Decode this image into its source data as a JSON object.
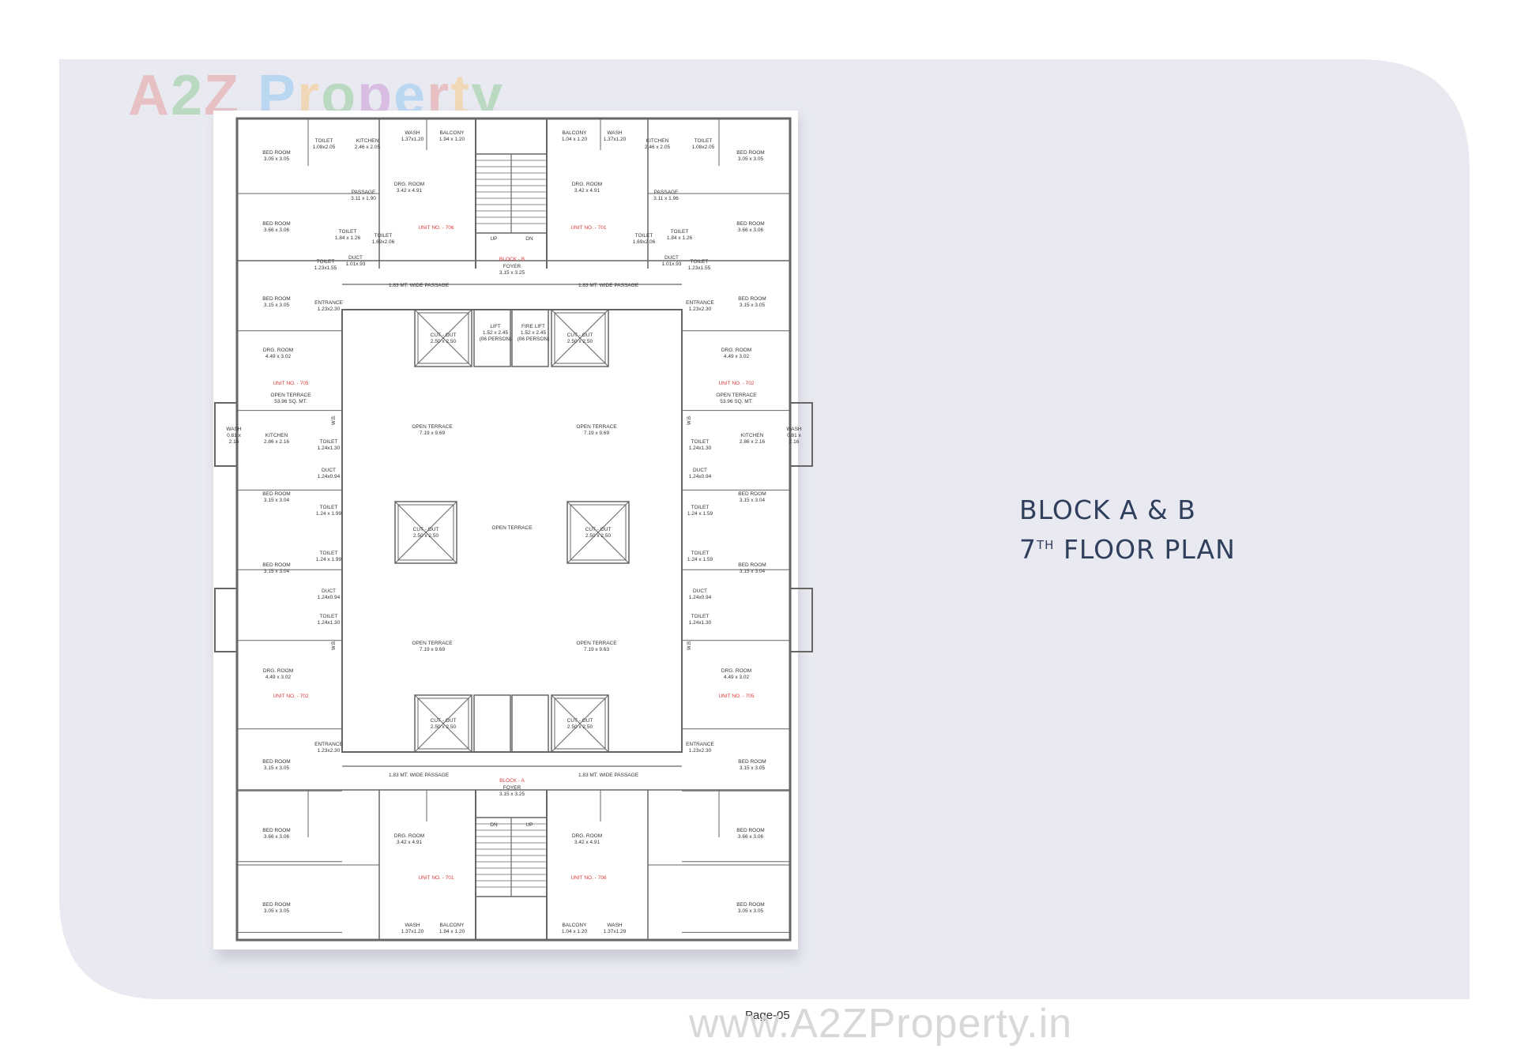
{
  "title": {
    "line1": "BLOCK A & B",
    "line2_num": "7",
    "line2_sup": "TH",
    "line2_rest": " FLOOR PLAN"
  },
  "page_label": "Page-05",
  "watermark": {
    "logo": "A2Z Property",
    "url": "www.A2ZProperty.in"
  },
  "colors": {
    "panel": "#e9eaf1",
    "accent_red": "#d83a3a",
    "title": "#2f3f5c"
  },
  "plan": {
    "room_labels": [
      [
        "BED ROOM",
        "3.05 x 3.05"
      ],
      [
        "TOILET",
        "1.08x2.05"
      ],
      [
        "KITCHEN",
        "2.46 x 2.05"
      ],
      [
        "WASH",
        "1.37x1.20"
      ],
      [
        "BALCONY",
        "1.94 x 1.20"
      ],
      [
        "BALCONY",
        "1.04 x 1.20"
      ],
      [
        "WASH",
        "1.37x1.20"
      ],
      [
        "KITCHEN",
        "2.46 x 2.05"
      ],
      [
        "TOILET",
        "1.08x2.05"
      ],
      [
        "BED ROOM",
        "3.05 x 3.05"
      ],
      [
        "PASSAGE",
        "3.11 x 1.90"
      ],
      [
        "DRG. ROOM",
        "3.42 x 4.91"
      ],
      [
        "DRG. ROOM",
        "3.42 x 4.91"
      ],
      [
        "PASSAGE",
        "3.11 x 1.96"
      ],
      [
        "BED ROOM",
        "3.66 x 3.06"
      ],
      [
        "TOILET",
        "1.84 x 1.26"
      ],
      [
        "TOILET",
        "1.69x2.06"
      ],
      [
        "TOILET",
        "1.69x2.06"
      ],
      [
        "TOILET",
        "1.84 x 1.26"
      ],
      [
        "BED ROOM",
        "3.66 x 3.06"
      ],
      [
        "TOILET",
        "1.23x1.55"
      ],
      [
        "DUCT",
        "1.01x.93"
      ],
      [
        "DUCT",
        "1.01x.93"
      ],
      [
        "TOILET",
        "1.23x1.55"
      ],
      [
        "BED ROOM",
        "3.15 x 3.05"
      ],
      [
        "ENTRANCE",
        "1.23x2.30"
      ],
      [
        "ENTRANCE",
        "1.23x2.30"
      ],
      [
        "BED ROOM",
        "3.15 x 3.05"
      ],
      [
        "LIFT",
        "1.52 x 2.45",
        "(06 PERSON)"
      ],
      [
        "FIRE LIFT",
        "1.52 x 2.45",
        "(06 PERSON)"
      ],
      [
        "DRG. ROOM",
        "4.49 x 3.02"
      ],
      [
        "DRG. ROOM",
        "4.49 x 3.02"
      ],
      [
        "OPEN TERRACE",
        "53.96 SQ. MT."
      ],
      [
        "OPEN TERRACE",
        "53.96 SQ. MT."
      ],
      [
        "WASH",
        "0.81 x",
        "2.16"
      ],
      [
        "KITCHEN",
        "2.86 x 2.16"
      ],
      [
        "KITCHEN",
        "2.86 x 2.16"
      ],
      [
        "WASH",
        "0.81 x",
        "2.16"
      ],
      [
        "OPEN TERRACE",
        "7.19 x 9.69"
      ],
      [
        "OPEN TERRACE",
        "7.19 x 9.69"
      ],
      [
        "TOILET",
        "1.24x1.30"
      ],
      [
        "TOILET",
        "1.24x1.30"
      ],
      [
        "DUCT",
        "1.24x0.94"
      ],
      [
        "DUCT",
        "1.24x0.94"
      ],
      [
        "BED ROOM",
        "3.15 x 3.04"
      ],
      [
        "TOILET",
        "1.24 x 1.99"
      ],
      [
        "TOILET",
        "1.24 x 1.59"
      ],
      [
        "BED ROOM",
        "3.15 x 3.04"
      ],
      [
        "OPEN TERRACE"
      ],
      [
        "CUT - OUT",
        "2.50 x 2.50"
      ],
      [
        "BED ROOM",
        "3.15 x 3.04"
      ],
      [
        "TOILET",
        "1.24 x 1.99"
      ],
      [
        "TOILET",
        "1.24 x 1.59"
      ],
      [
        "BED ROOM",
        "3.15 x 3.04"
      ],
      [
        "DUCT",
        "1.24x0.94"
      ],
      [
        "DUCT",
        "1.24x0.94"
      ],
      [
        "TOILET",
        "1.24x1.30"
      ],
      [
        "TOILET",
        "1.24x1.30"
      ],
      [
        "OPEN TERRACE",
        "7.19 x 9.69"
      ],
      [
        "OPEN TERRACE",
        "7.19 x 9.63"
      ],
      [
        "DRG. ROOM",
        "4.49 x 3.02"
      ],
      [
        "DRG. ROOM",
        "4.49 x 3.02"
      ],
      [
        "ENTRANCE",
        "1.23x2.30"
      ],
      [
        "ENTRANCE",
        "1.23x2.30"
      ],
      [
        "BED ROOM",
        "3.15 x 3.05"
      ],
      [
        "BED ROOM",
        "3.15 x 3.05"
      ],
      [
        "BED ROOM",
        "3.66 x 3.06"
      ],
      [
        "BED ROOM",
        "3.66 x 3.06"
      ],
      [
        "DRG. ROOM",
        "3.42 x 4.91"
      ],
      [
        "DRG. ROOM",
        "3.42 x 4.91"
      ],
      [
        "BED ROOM",
        "3.05 x 3.05"
      ],
      [
        "BED ROOM",
        "3.05 x 3.05"
      ],
      [
        "BALCONY",
        "1.94 x 1.20"
      ],
      [
        "BALCONY",
        "1.04 x 1.20"
      ],
      [
        "WASH",
        "1.37x1.20"
      ],
      [
        "WASH",
        "1.37x1.29"
      ]
    ],
    "units": [
      "UNIT NO. - 706",
      "UNIT NO. - 701",
      "UNIT NO. - 705",
      "UNIT NO. - 702",
      "UNIT NO. - 702",
      "UNIT NO. - 705",
      "UNIT NO. - 701",
      "UNIT NO. - 706"
    ],
    "blocks": [
      {
        "name": "BLOCK - B",
        "foyer": "FOYER",
        "size": "3.15 x 3.25"
      },
      {
        "name": "BLOCK - A",
        "foyer": "FOYER",
        "size": "3.15 x 3.25"
      }
    ],
    "passage": "1.83 MT. WIDE PASSAGE",
    "stairs": {
      "up": "UP",
      "down": "DN"
    },
    "cutout": [
      "CUT - OUT",
      "2.50 x 2.50"
    ],
    "wb": "W.B."
  }
}
